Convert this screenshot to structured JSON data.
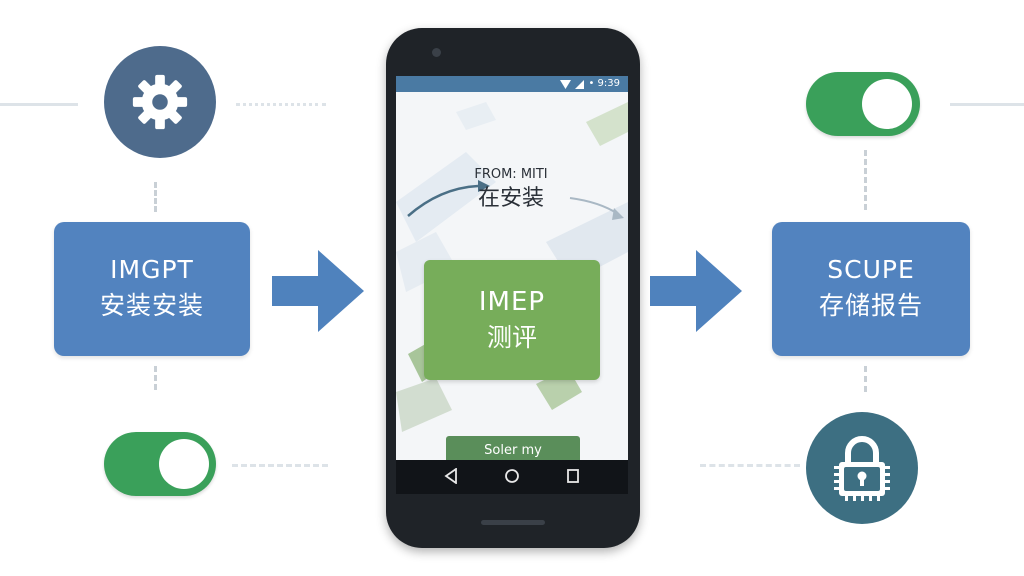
{
  "left": {
    "box": {
      "line1": "IMGPT",
      "line2": "安装安装"
    }
  },
  "phone": {
    "status_time": "• 9:39",
    "headline": {
      "line1": "FROM: MITI",
      "line2": "在安装"
    },
    "card": {
      "line1": "IMEP",
      "line2": "测评"
    },
    "button_label": "Soler my"
  },
  "right": {
    "box": {
      "line1": "SCUPE",
      "line2": "存储报告"
    }
  },
  "icons": {
    "settings": "gear-icon",
    "security": "padlock-icon",
    "flow_arrows": "right-arrow-icon",
    "nav": [
      "back-icon",
      "home-icon",
      "recents-icon"
    ]
  },
  "colors": {
    "box_blue": "#5283bf",
    "toggle_green": "#3aa05a",
    "card_green": "#77ad5a",
    "gear_circle": "#4e6b8c",
    "lock_circle": "#3d6f82"
  }
}
